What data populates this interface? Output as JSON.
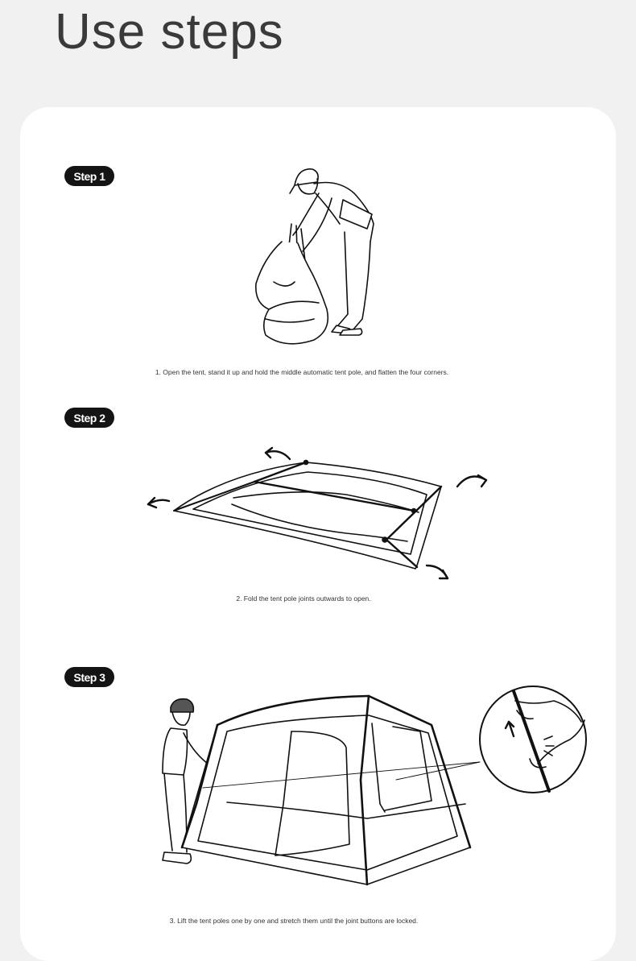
{
  "page_title": "Use steps",
  "steps": [
    {
      "badge": "Step 1",
      "caption": "1. Open the tent, stand it up and hold the middle automatic tent pole, and flatten the four corners."
    },
    {
      "badge": "Step 2",
      "caption": "2. Fold the tent pole joints outwards to open."
    },
    {
      "badge": "Step 3",
      "caption": "3. Lift the tent poles one by one and stretch them until the joint buttons are locked."
    }
  ],
  "colors": {
    "background": "#f1f1f1",
    "card": "#ffffff",
    "badge": "#141414",
    "title": "#3a3a3a"
  }
}
